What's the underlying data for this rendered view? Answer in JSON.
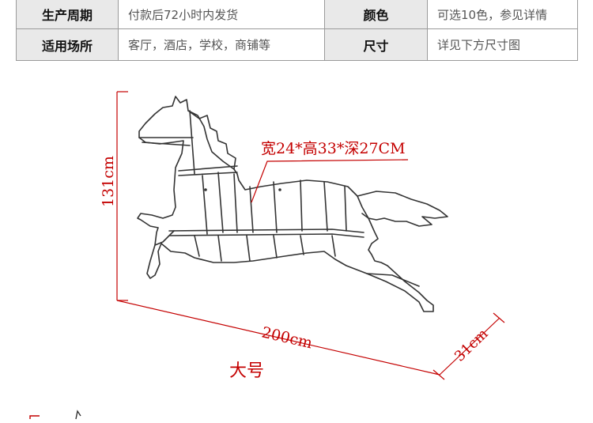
{
  "specs": {
    "rows": [
      [
        {
          "label": "生产周期",
          "value": "付款后72小时内发货"
        },
        {
          "label": "颜色",
          "value": "可选10色，参见详情"
        }
      ],
      [
        {
          "label": "适用场所",
          "value": "客厅，酒店，学校，商铺等"
        },
        {
          "label": "尺寸",
          "value": "详见下方尺寸图"
        }
      ]
    ]
  },
  "diagram": {
    "shelf_dimensions": "宽24*高33*深27CM",
    "height_dim": "131cm",
    "width_dim": "200cm",
    "depth_dim": "31cm",
    "size_label": "大号"
  },
  "colors": {
    "dimension_red": "#c40000",
    "header_gray": "#e9e9e9",
    "line_dark": "#333333"
  }
}
